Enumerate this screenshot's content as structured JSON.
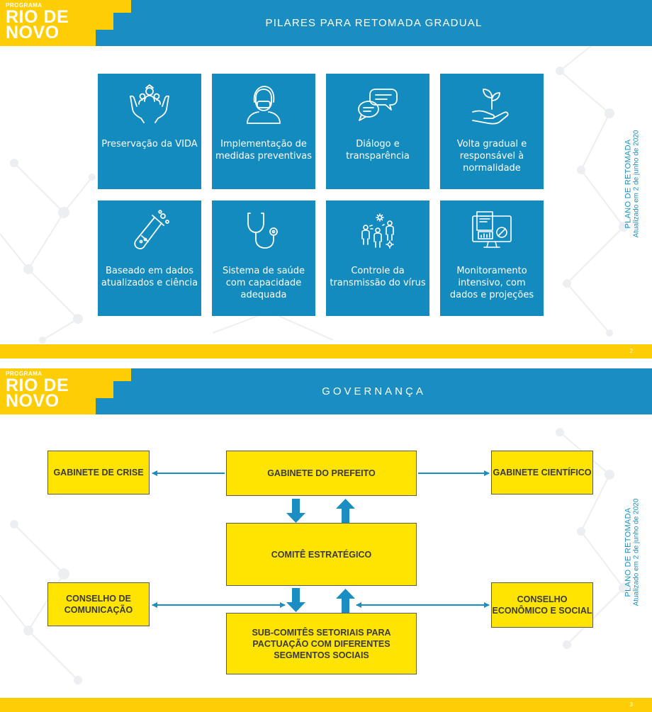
{
  "brand": {
    "small": "PROGRAMA",
    "line1": "RIO DE",
    "line2": "NOVO"
  },
  "side": {
    "line1": "PLANO DE RETOMADA",
    "line2": "Atualizado  em 2 de junho de 2020"
  },
  "slide1": {
    "title": "PILARES PARA RETOMADA GRADUAL",
    "page": "2",
    "pillars": [
      {
        "label": "Preservação da VIDA",
        "icon": "hands-heart-people-icon"
      },
      {
        "label": "Implementação de medidas preventivas",
        "icon": "masked-person-icon"
      },
      {
        "label": "Diálogo e transparência",
        "icon": "speech-bubbles-icon"
      },
      {
        "label": "Volta gradual e responsável à normalidade",
        "icon": "hand-plant-icon"
      },
      {
        "label": "Baseado em dados atualizados e ciência",
        "icon": "test-tube-icon"
      },
      {
        "label": "Sistema de saúde com capacidade adequada",
        "icon": "stethoscope-icon"
      },
      {
        "label": "Controle da transmissão do vírus",
        "icon": "virus-people-icon"
      },
      {
        "label": "Monitoramento intensivo, com dados e projeções",
        "icon": "monitor-dashboard-icon"
      }
    ]
  },
  "slide2": {
    "title": "GOVERNANÇA",
    "page": "3",
    "boxes": {
      "crise": "GABINETE DE CRISE",
      "prefeito": "GABINETE DO PREFEITO",
      "cientifico": "GABINETE CIENTÍFICO",
      "estrategico": "COMITÊ ESTRATÉGICO",
      "comunicacao": "CONSELHO DE COMUNICAÇÃO",
      "economico": "CONSELHO ECONÔMICO E SOCIAL",
      "subcomites": "SUB-COMITÊS SETORIAIS PARA PACTUAÇÃO COM DIFERENTES SEGMENTOS SOCIAIS"
    }
  },
  "colors": {
    "blue": "#1a8ec2",
    "tile_blue": "#138bbf",
    "yellow": "#ffcd05",
    "box_yellow": "#ffe401"
  }
}
